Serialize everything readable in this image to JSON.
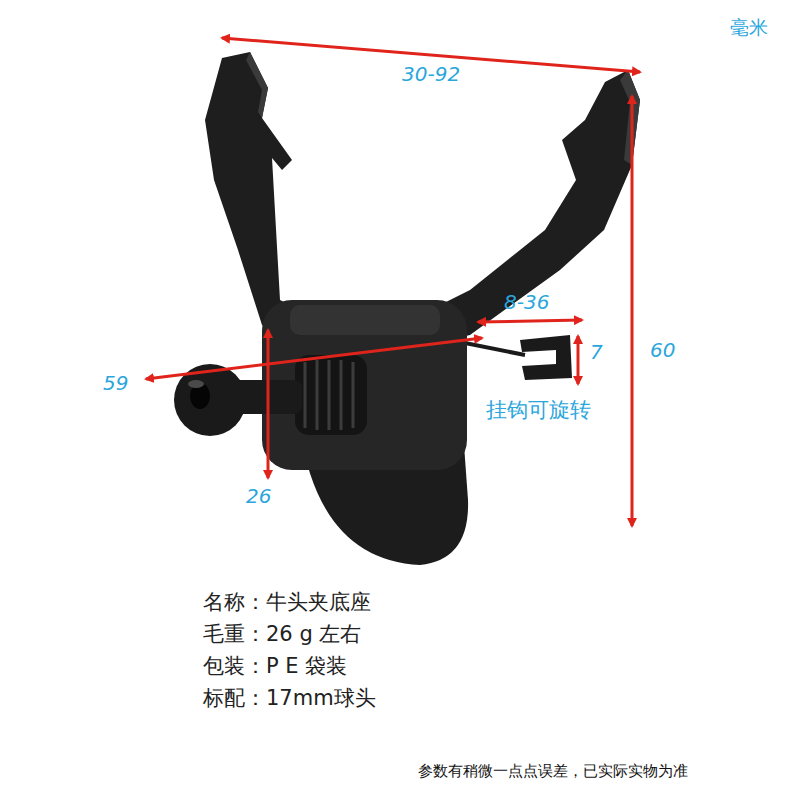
{
  "diagram": {
    "labels": [
      "毫米",
      "30-92",
      "60",
      "8-36",
      "7",
      "挂钩可旋转",
      "59",
      "26",
      "名称：牛头夹底座",
      "毛重：26 g 左右",
      "包装：P E 袋装",
      "标配：17mm球头",
      "参数有稍微一点点误差，已实际实物为准"
    ]
  }
}
